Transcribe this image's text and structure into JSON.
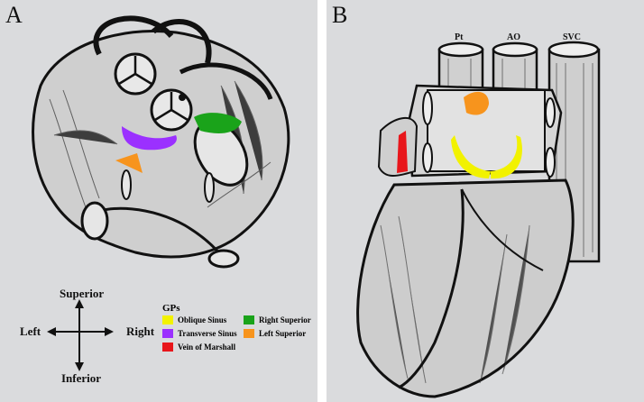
{
  "panels": {
    "a_label": "A",
    "b_label": "B"
  },
  "compass": {
    "superior": "Superior",
    "inferior": "Inferior",
    "left": "Left",
    "right": "Right"
  },
  "legend": {
    "title": "GPs",
    "items": [
      {
        "label": "Oblique Sinus",
        "color": "#f2f200"
      },
      {
        "label": "Right Superior",
        "color": "#1aa31a"
      },
      {
        "label": "Transverse Sinus",
        "color": "#9b30ff"
      },
      {
        "label": "Left Superior",
        "color": "#f7941d"
      },
      {
        "label": "Vein of Marshall",
        "color": "#e8161b"
      }
    ]
  },
  "vessels": {
    "pt": "Pt",
    "ao": "AO",
    "svc": "SVC"
  }
}
